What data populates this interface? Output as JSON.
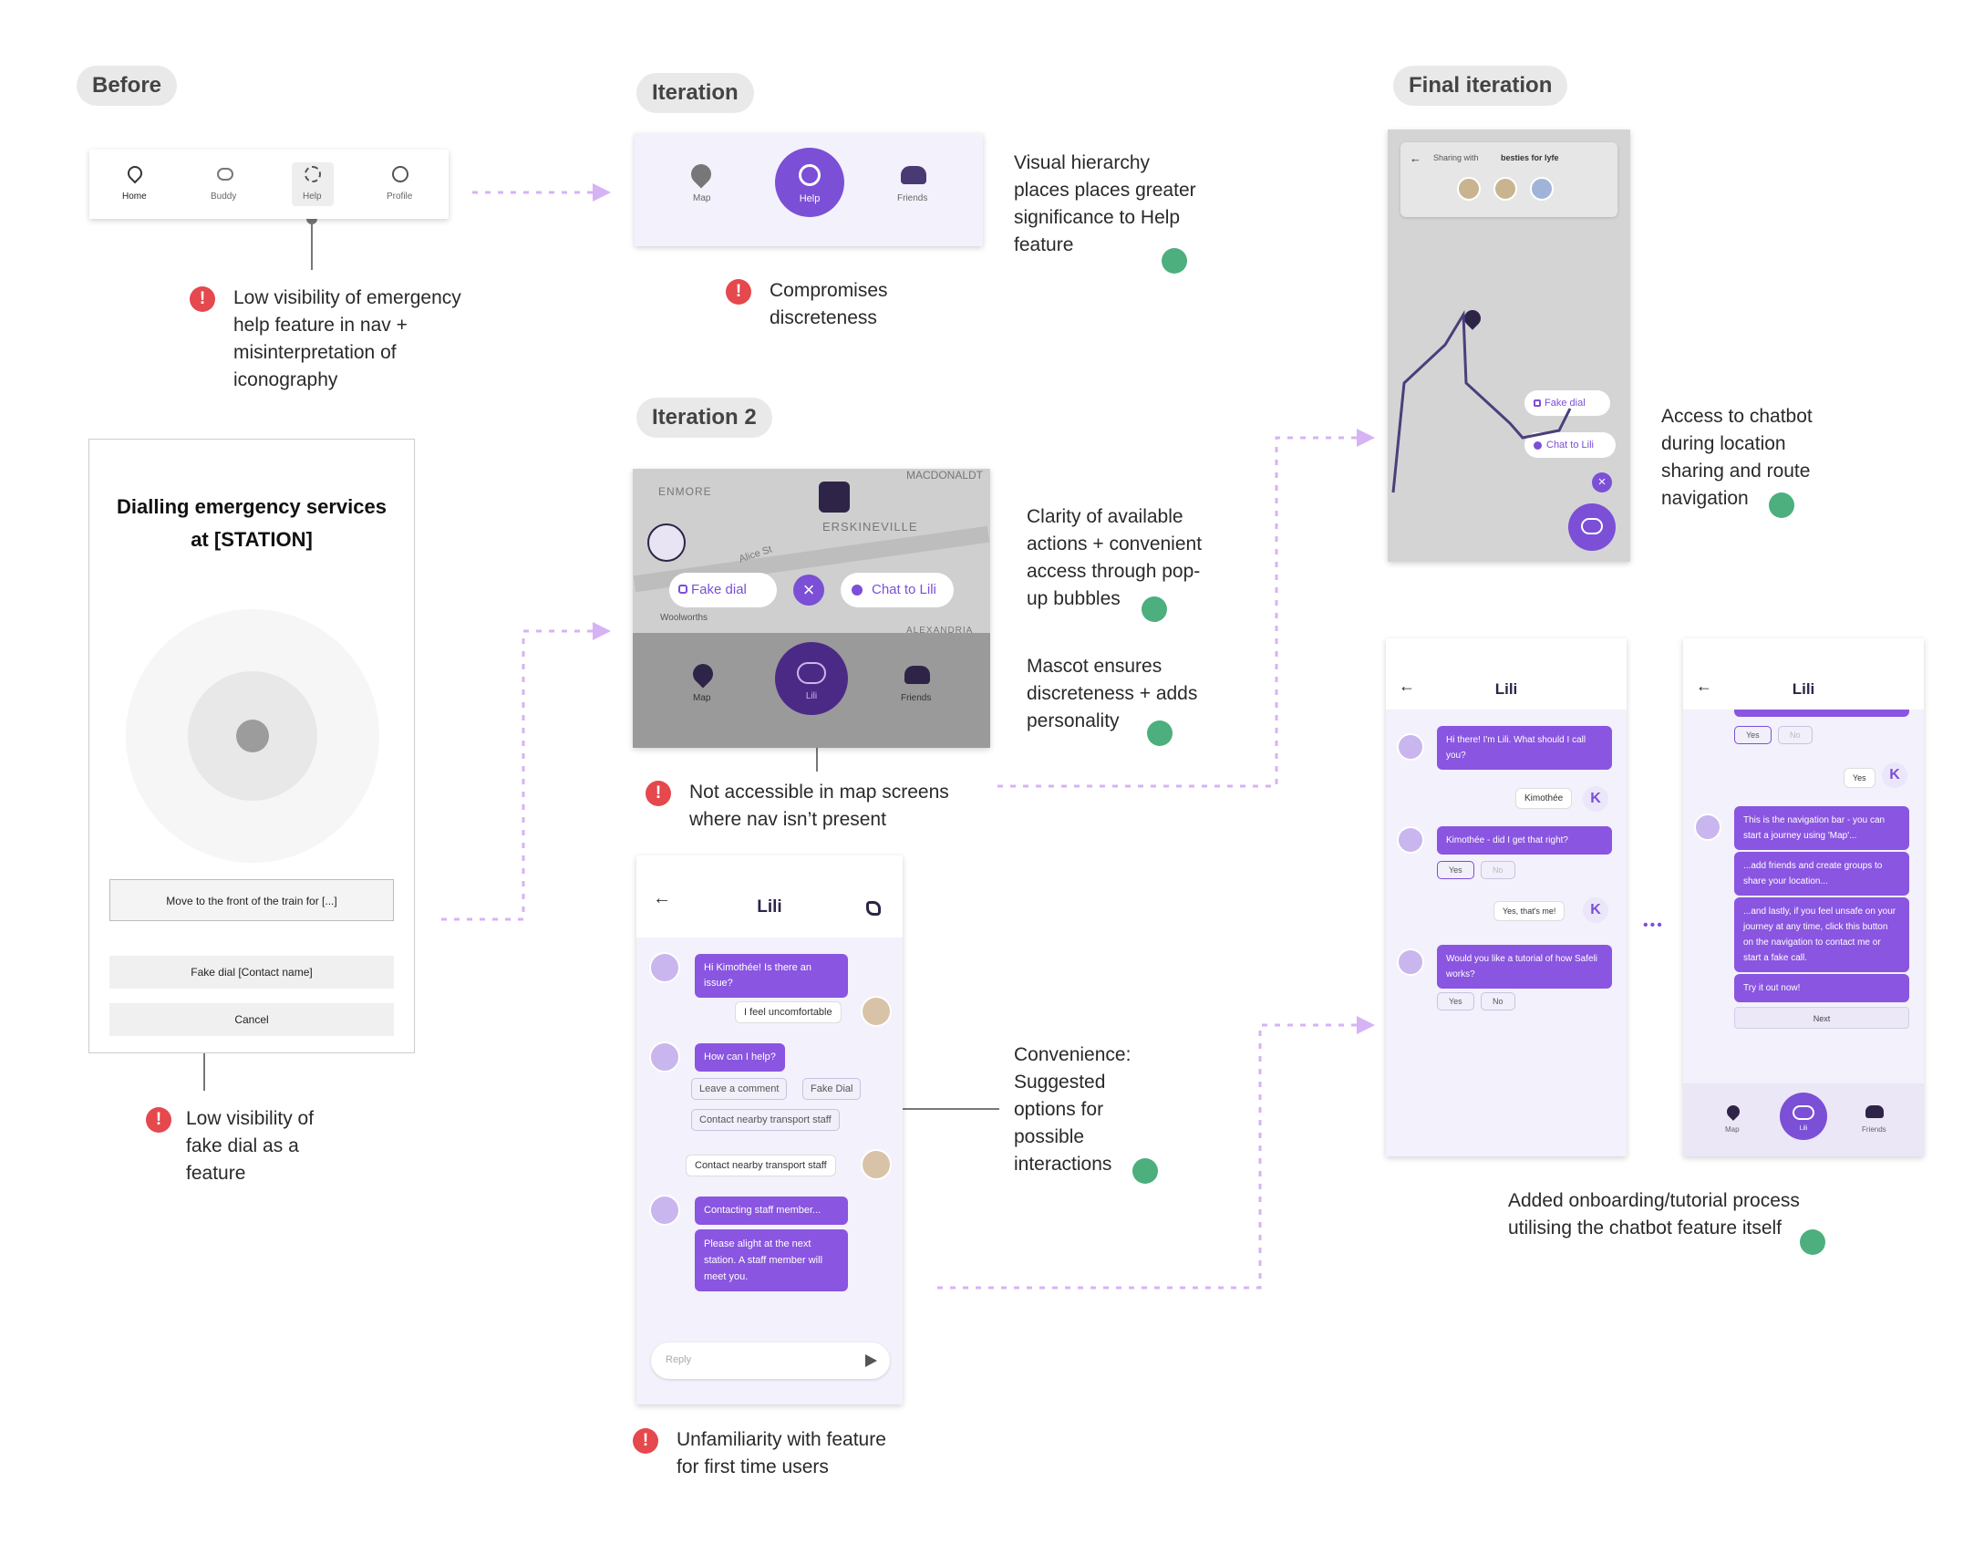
{
  "sections": {
    "before": "Before",
    "iteration": "Iteration",
    "iteration2": "Iteration 2",
    "final": "Final iteration"
  },
  "before": {
    "nav": [
      "Home",
      "Buddy",
      "Help",
      "Profile"
    ],
    "issue1": "Low visibility of emergency help feature in nav + misinterpretation of iconography",
    "dial_title": "Dialling emergency services at [STATION]",
    "move_btn": "Move to the front of the train for [...]",
    "fake_btn": "Fake dial [Contact name]",
    "cancel_btn": "Cancel",
    "issue2": "Low visibility of fake dial as a feature"
  },
  "iteration": {
    "nav": [
      "Map",
      "Help",
      "Friends"
    ],
    "note": "Visual hierarchy places places greater significance to Help feature",
    "issue": "Compromises discreteness"
  },
  "iteration2": {
    "map_labels": [
      "ENMORE",
      "MACDONALDT",
      "ERSKINEVILLE",
      "Alice St",
      "Woolworths",
      "ALEXANDRIA"
    ],
    "fake_dial": "Fake dial",
    "chat": "Chat to Lili",
    "nav": [
      "Map",
      "Lili",
      "Friends"
    ],
    "note1": "Clarity of available actions + convenient access through pop-up bubbles",
    "note2": "Mascot ensures discreteness + adds personality",
    "issue": "Not accessible in map screens where nav isn’t present"
  },
  "chat": {
    "title": "Lili",
    "m1": "Hi Kimothée! Is there an issue?",
    "u1": "I feel uncomfortable",
    "m2": "How can I help?",
    "opts": [
      "Leave a comment",
      "Fake Dial",
      "Contact nearby transport staff"
    ],
    "u2": "Contact nearby transport staff",
    "m3": "Contacting staff member...",
    "m4": "Please alight at the next station. A staff member will meet you.",
    "reply": "Reply",
    "note": "Convenience: Suggested options for possible interactions",
    "issue": "Unfamiliarity with feature for first time users"
  },
  "final": {
    "sharing": "Sharing with",
    "group": "besties for lyfe",
    "fake_dial": "Fake dial",
    "chat": "Chat to Lili",
    "note": "Access to chatbot during location sharing and route navigation"
  },
  "onboard": {
    "title": "Lili",
    "a1": "Hi there! I'm Lili. What should I call you?",
    "u1": "Kimothée",
    "k": "K",
    "a2": "Kimothée - did I get that right?",
    "yes": "Yes",
    "no": "No",
    "u2": "Yes, that's me!",
    "a3": "Would you like a tutorial of how Safeli works?",
    "b1": "This is the navigation bar - you can start a journey using 'Map'...",
    "b2": "...add friends and create groups to share your location...",
    "b3": "...and lastly, if you feel unsafe on your journey at any time, click this button on the navigation to contact me or start a fake call.",
    "b4": "Try it out now!",
    "next": "Next",
    "nav": [
      "Map",
      "Lili",
      "Friends"
    ],
    "ellipsis": "•••",
    "note": "Added onboarding/tutorial process utilising the chatbot feature itself"
  }
}
